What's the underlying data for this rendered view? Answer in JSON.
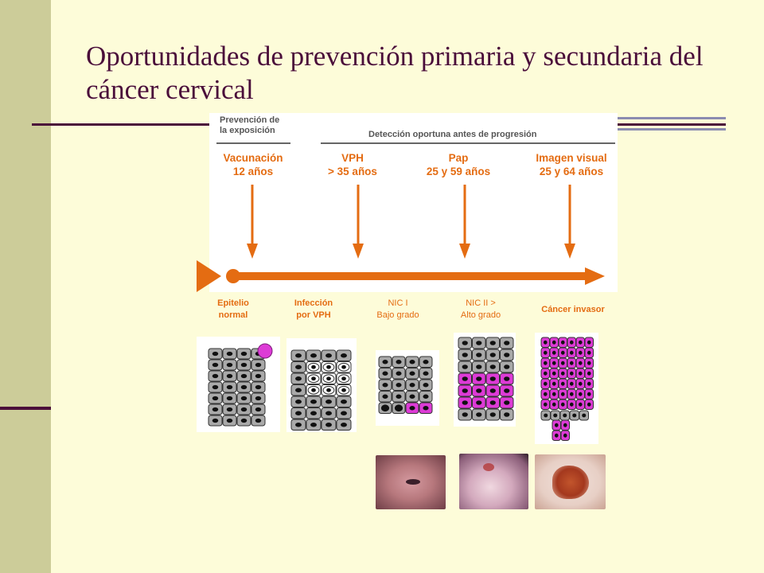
{
  "slide": {
    "title": "Oportunidades de prevención primaria y secundaria del cáncer cervical"
  },
  "diagram": {
    "headers": {
      "prevention": "Prevención de\nla exposición",
      "detection": "Detección oportuna antes de progresión"
    },
    "interventions": [
      {
        "label": "Vacunación\n12 años"
      },
      {
        "label": "VPH\n> 35 años"
      },
      {
        "label": "Pap\n25 y 59 años"
      },
      {
        "label": "Imagen visual\n25 y 64 años"
      }
    ],
    "stages": [
      {
        "label": "Epitelio\nnormal"
      },
      {
        "label": "Infección\npor VPH"
      },
      {
        "label": "NIC I\nBajo grado"
      },
      {
        "label": "NIC II >\nAlto grado"
      },
      {
        "label": "Cáncer invasor"
      }
    ],
    "colors": {
      "accent": "#e46c12",
      "title": "#4a0d3a",
      "sidebar": "#cccc99",
      "background": "#fdfcd9",
      "dysplastic_cell": "#dd3bd6",
      "normal_cell": "#a9a9a9"
    }
  }
}
